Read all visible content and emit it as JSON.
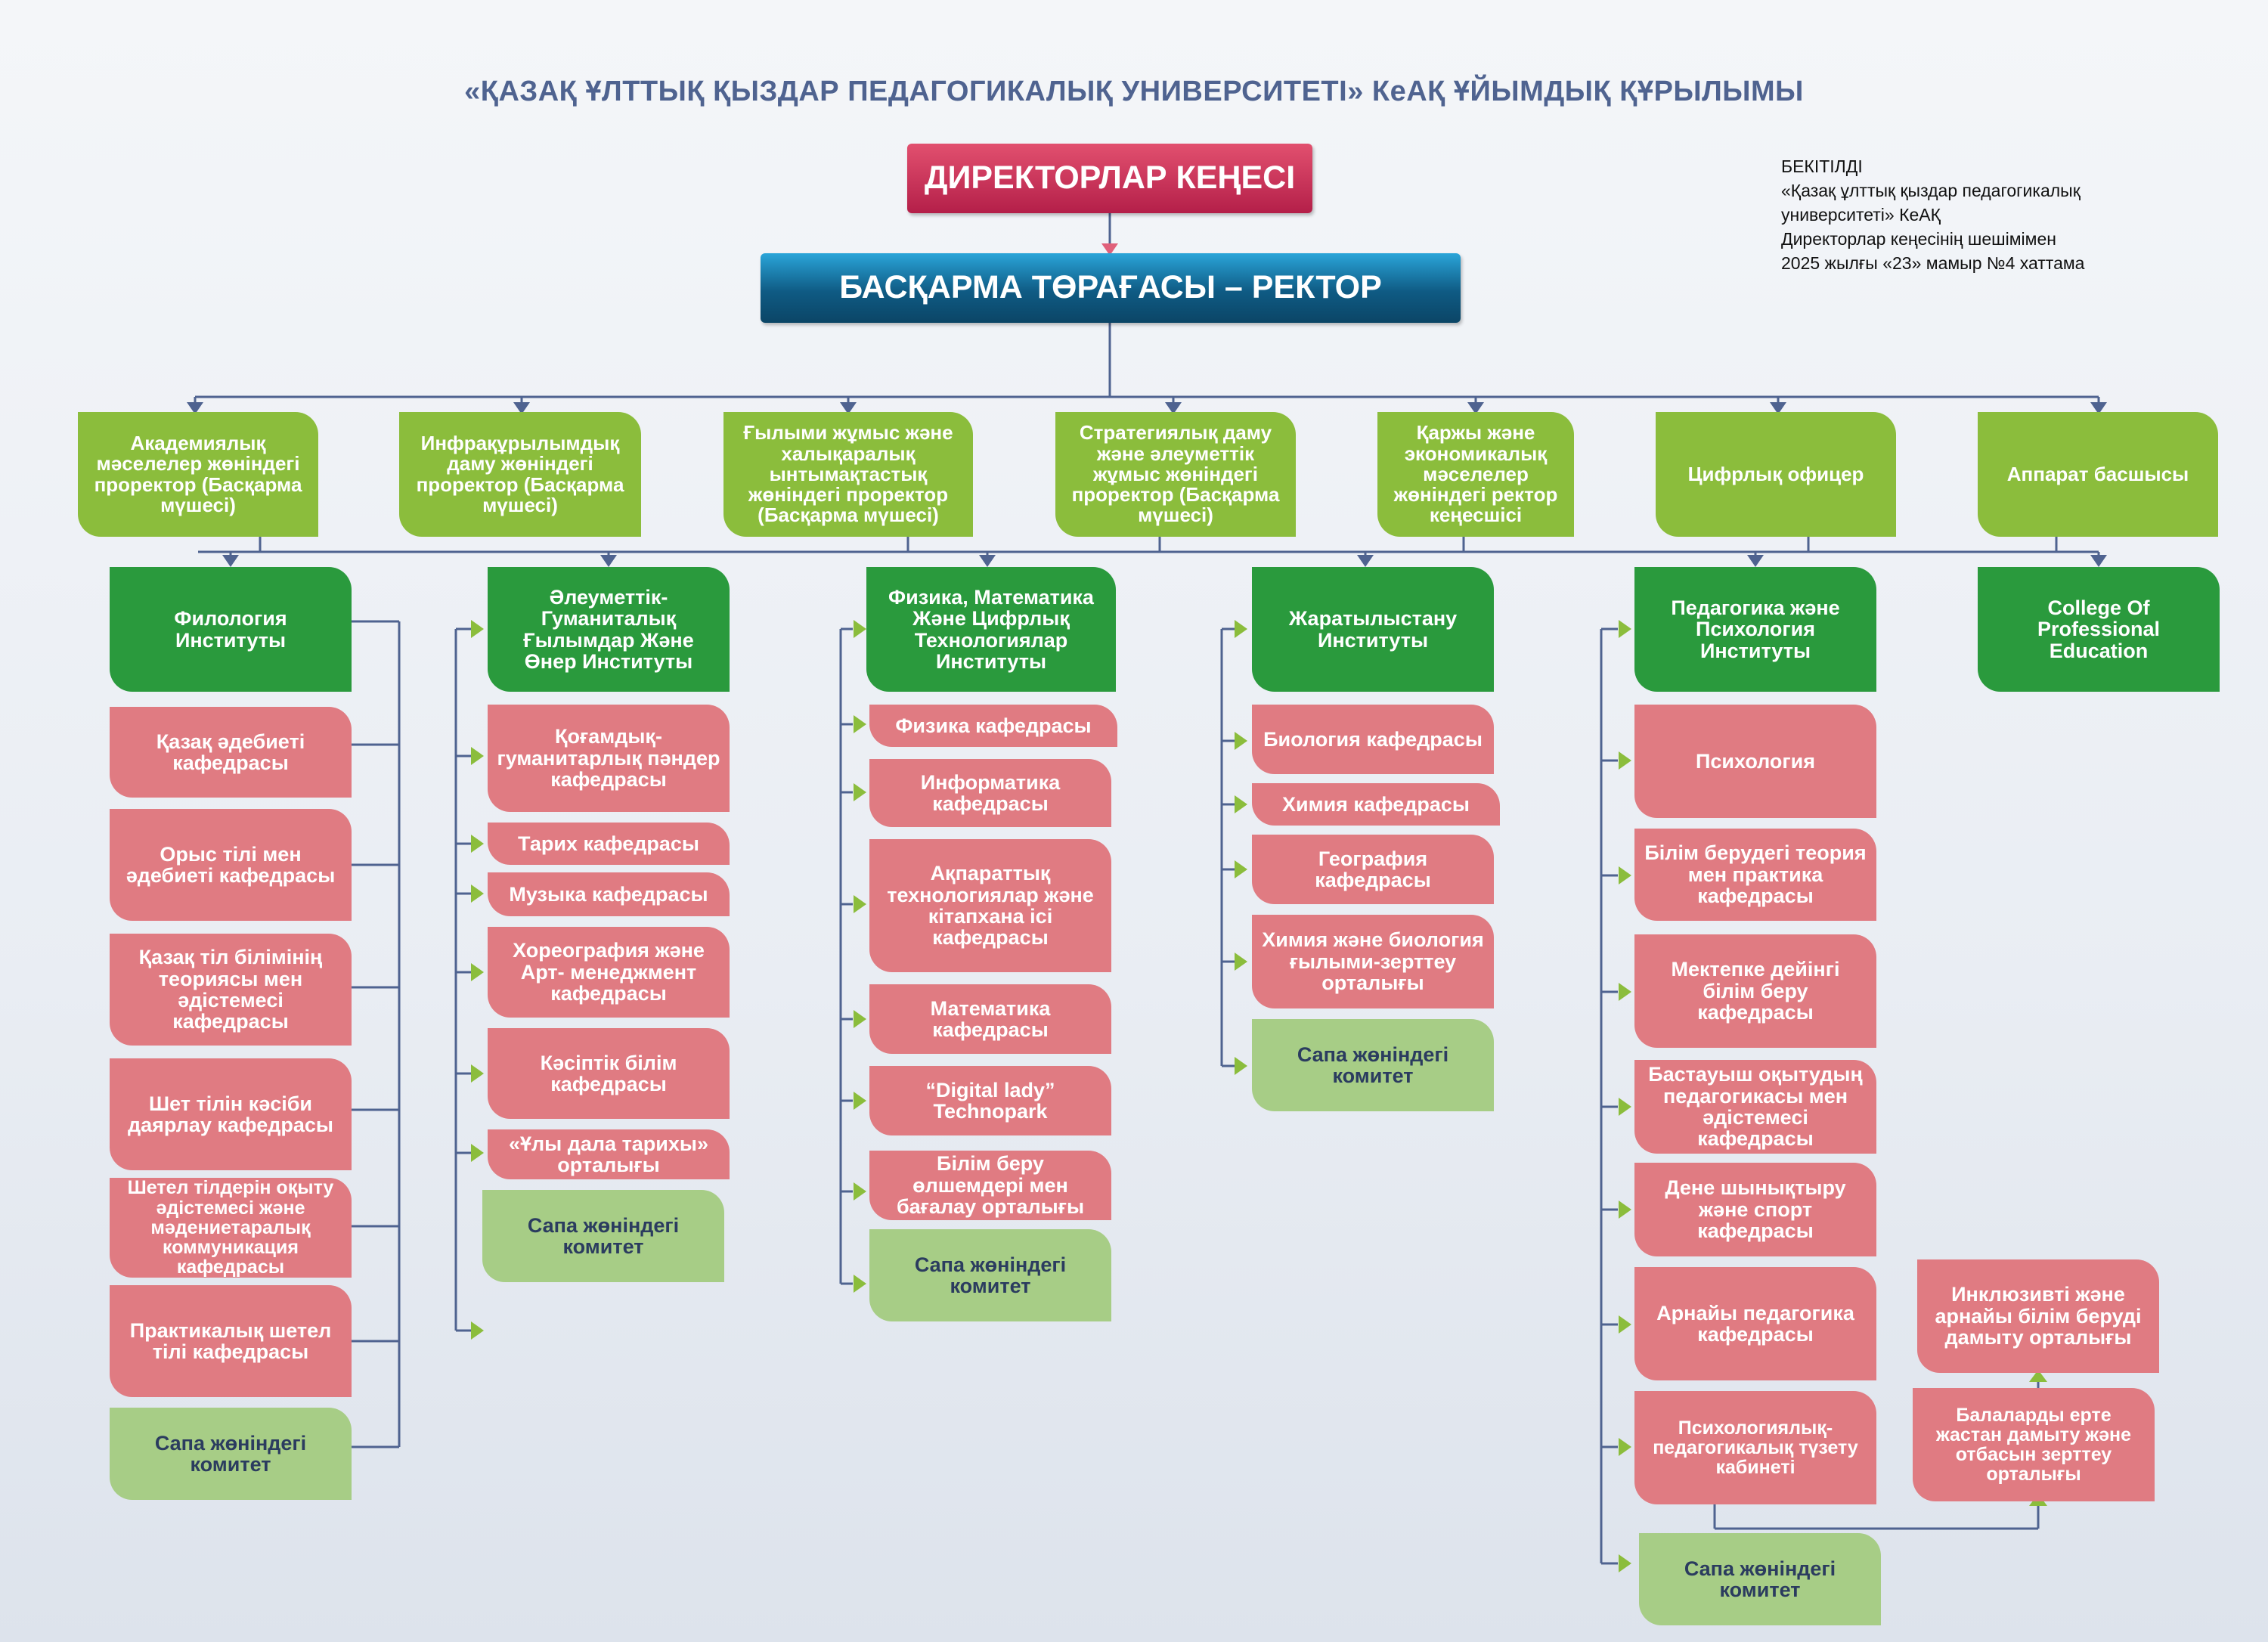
{
  "title": "«ҚАЗАҚ ҰЛТТЫҚ ҚЫЗДАР ПЕДАГОГИКАЛЫҚ УНИВЕРСИТЕТІ»  КеАҚ ҰЙЫМДЫҚ ҚҰРЫЛЫМЫ",
  "approval": {
    "line1": "БЕКІТІЛДІ",
    "line2": "«Қазақ ұлттық қыздар педагогикалық",
    "line3": "университеті» КеАҚ",
    "line4": "Директорлар кеңесінің шешімімен",
    "line5": "2025 жылғы «23» мамыр №4 хаттама"
  },
  "top": {
    "council": "ДИРЕКТОРЛАР КЕҢЕСІ",
    "rector": "БАСҚАРМА ТӨРАҒАСЫ – РЕКТОР"
  },
  "vps": [
    "Академиялық мәселелер жөніндегі проректор (Басқарма мүшесі)",
    "Инфрақұрылымдық даму жөніндегі проректор (Басқарма мүшесі)",
    "Ғылыми жұмыс және халықаралық ынтымақтастық жөніндегі проректор (Басқарма мүшесі)",
    "Стратегиялық даму және әлеуметтік жұмыс жөніндегі проректор (Басқарма мүшесі)",
    "Қаржы және экономикалық мәселелер жөніндегі ректор кеңесшісі",
    "Цифрлық офицер",
    "Аппарат басшысы"
  ],
  "institutes": [
    {
      "name": "Филология Институты",
      "departments": [
        "Қазақ әдебиеті кафедрасы",
        "Орыс тілі мен әдебиеті кафедрасы",
        "Қазақ тіл білімінің теориясы мен әдістемесі кафедрасы",
        "Шет тілін кәсіби даярлау кафедрасы",
        "Шетел тілдерін оқыту әдістемесі және мәдениетаралық коммуникация кафедрасы",
        "Практикалық шетел тілі кафедрасы"
      ],
      "committee": "Сапа жөніндегі комитет"
    },
    {
      "name": "Әлеуметтік-Гуманиталық Ғылымдар Және Өнер Институты",
      "departments": [
        "Қоғамдық-гуманитарлық пәндер кафедрасы",
        "Тарих кафедрасы",
        "Музыка кафедрасы",
        "Хореография және Арт- менеджмент кафедрасы",
        "Кәсіптік білім кафедрасы",
        "«Ұлы дала тарихы» орталығы"
      ],
      "committee": "Сапа жөніндегі комитет"
    },
    {
      "name": "Физика, Математика Және Цифрлық Технологиялар Институты",
      "departments": [
        "Физика кафедрасы",
        "Информатика кафедрасы",
        "Ақпараттық технологиялар және кітапхана ісі кафедрасы",
        "Математика кафедрасы",
        "“Digital lady” Technopark",
        "Білім беру өлшемдері мен бағалау орталығы"
      ],
      "committee": "Сапа жөніндегі комитет"
    },
    {
      "name": "Жаратылыстану Институты",
      "departments": [
        "Биология кафедрасы",
        "Химия кафедрасы",
        "География кафедрасы",
        "Химия және биология ғылыми-зерттеу орталығы"
      ],
      "committee": "Сапа жөніндегі комитет"
    },
    {
      "name": "Педагогика және Психология Институты",
      "departments": [
        "Психология",
        "Білім берудегі теория мен практика кафедрасы",
        "Мектепке дейінгі білім беру кафедрасы",
        "Бастауыш оқытудың педагогикасы мен әдістемесі кафедрасы",
        "Дене шынықтыру және спорт кафедрасы",
        "Арнайы педагогика кафедрасы",
        "Психологиялық-педагогикалық түзету кабинеті"
      ],
      "committee": "Сапа жөніндегі комитет",
      "centers": [
        "Инклюзивті және арнайы білім беруді дамыту орталығы",
        "Балаларды ерте жастан дамыту және отбасын зерттеу орталығы"
      ]
    },
    {
      "name": "College Of Professional Education"
    }
  ],
  "colors": {
    "title": "#4f6390",
    "council": "#c42b55",
    "rector": "#105e88",
    "vp": "#8bbd3c",
    "institute": "#2a9a3d",
    "department": "#e07b82",
    "committee": "#a7cd86",
    "connector": "#4f6390",
    "arrow_green": "#8bbd3c"
  }
}
